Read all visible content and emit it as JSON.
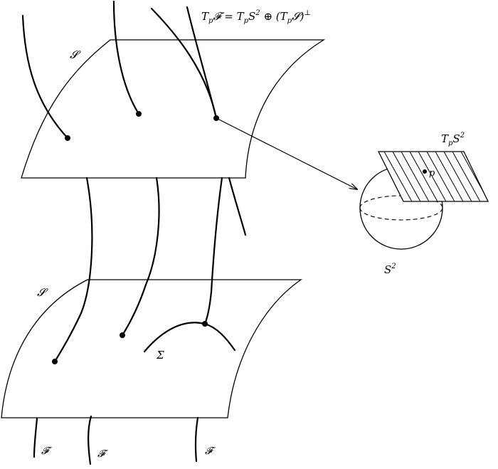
{
  "labels": {
    "tangent_eq": "T",
    "tangent_eq_sub": "p",
    "tangent_eq_rest": "𝓕 = T",
    "tangent_eq_sub2": "p",
    "tangent_eq_rest2": "S",
    "tangent_eq_sup": "2",
    "tangent_eq_rest3": " ⊕ (T",
    "tangent_eq_sub3": "p",
    "tangent_eq_rest4": "𝓢)",
    "tangent_eq_sup2": "⊥",
    "surface_top": "𝓢",
    "surface_bottom": "𝓢",
    "sigma": "Σ",
    "foliation_1": "𝓕",
    "foliation_2": "𝓕",
    "foliation_3": "𝓕",
    "plane_T": "T",
    "plane_sub": "p",
    "plane_S": "S",
    "plane_sup": "2",
    "point_p": "p",
    "sphere_S": "S",
    "sphere_sup": "2"
  }
}
